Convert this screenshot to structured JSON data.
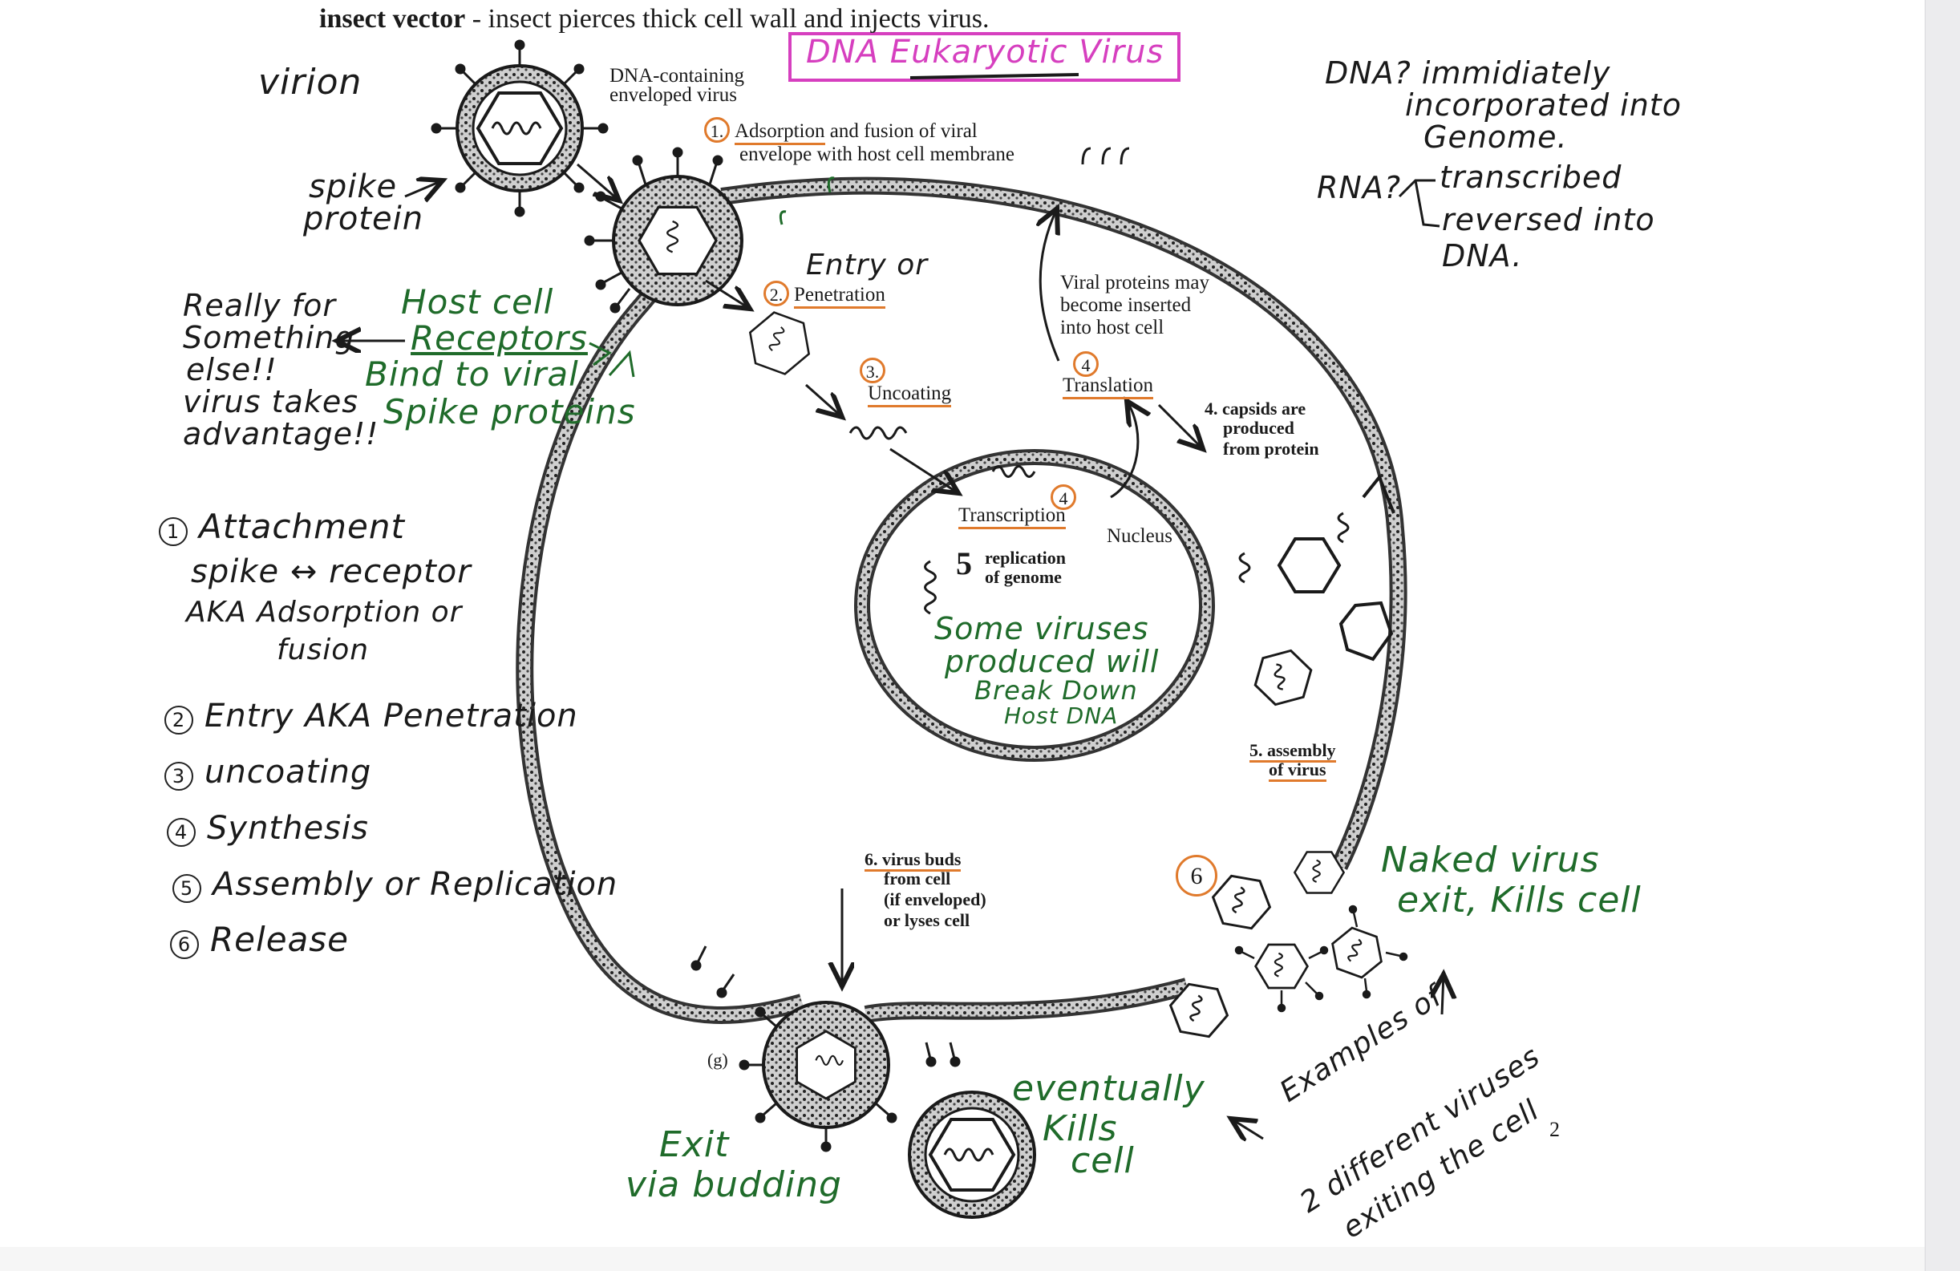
{
  "header": {
    "line": "insect vector - insect pierces thick cell wall and injects virus.",
    "bold": "insect vector",
    "rest": " - insect pierces thick cell wall and injects virus."
  },
  "title_box": "DNA Eukaryotic Virus",
  "labels": {
    "virion": "virion",
    "spike_protein_1": "spike",
    "spike_protein_2": "protein",
    "dna_enveloped_1": "DNA-containing",
    "dna_enveloped_2": "enveloped virus",
    "step1_num": "1.",
    "step1_line1a": "Adsorption",
    "step1_line1b": " and fusion of viral",
    "step1_line2": "envelope with host cell membrane",
    "entry_or": "Entry or",
    "step2_num": "2.",
    "step2_label": "Penetration",
    "step3_num": "3.",
    "step3_label": "Uncoating",
    "viral_proteins_1": "Viral proteins may",
    "viral_proteins_2": "become inserted",
    "viral_proteins_3": "into host cell",
    "translation_num": "4",
    "translation_label": "Translation",
    "capsids_1": "4. capsids are",
    "capsids_2": "produced",
    "capsids_3": "from protein",
    "transcription_num": "4",
    "transcription_label": "Transcription",
    "nucleus": "Nucleus",
    "replication_num": "5",
    "replication_1": "replication",
    "replication_2": "of genome",
    "some_viruses_1": "Some viruses",
    "some_viruses_2": "produced will",
    "some_viruses_3": "Break Down",
    "some_viruses_4": "Host DNA",
    "assembly_1": "5. assembly",
    "assembly_2": "of virus",
    "buds_1": "6. virus buds",
    "buds_2": "from cell",
    "buds_3": "(if enveloped)",
    "buds_4": "or lyses cell",
    "release_num": "6",
    "g_label": "(g)",
    "naked_1": "Naked virus",
    "naked_2": "exit,   Kills cell",
    "exit_1": "Exit",
    "exit_2": "via budding",
    "eventually_1": "eventually",
    "eventually_2": "Kills",
    "eventually_3": "cell",
    "examples_1": "Examples of",
    "examples_2": "2 different viruses",
    "examples_3": "exiting the cell",
    "page_num": "2"
  },
  "host_notes": {
    "host_1": "Host cell",
    "host_2": "Receptors",
    "bind_1": "Bind to viral",
    "bind_2": "Spike proteins",
    "really_1": "Really for",
    "really_2": "Something",
    "really_3": "else!!",
    "really_4": "virus takes",
    "really_5": "advantage!!"
  },
  "dna_rna_notes": {
    "dna_1": "DNA? immidiately",
    "dna_2": "incorporated into",
    "dna_3": "Genome.",
    "rna_q": "RNA?",
    "rna_1": "transcribed",
    "rna_2": "reversed into",
    "rna_3": "DNA."
  },
  "steps_list": [
    {
      "num": "1",
      "text": "Attachment"
    },
    {
      "num": "",
      "text": "spike ↔ receptor"
    },
    {
      "num": "",
      "text": "AKA  Adsorption or"
    },
    {
      "num": "",
      "text": "fusion"
    },
    {
      "num": "2",
      "text": "Entry  AKA  Penetration"
    },
    {
      "num": "3",
      "text": "uncoating"
    },
    {
      "num": "4",
      "text": "Synthesis"
    },
    {
      "num": "5",
      "text": "Assembly  or  Replication"
    },
    {
      "num": "6",
      "text": "Release"
    }
  ],
  "colors": {
    "ink": "#1a1a1a",
    "green": "#1f6b2a",
    "magenta": "#d63fbf",
    "orange": "#e07a2c",
    "membrane": "#3a3a3a"
  },
  "icons": [
    "virion-icon",
    "capsid-icon",
    "dna-strand-icon",
    "arrow-icon",
    "spike-icon"
  ]
}
